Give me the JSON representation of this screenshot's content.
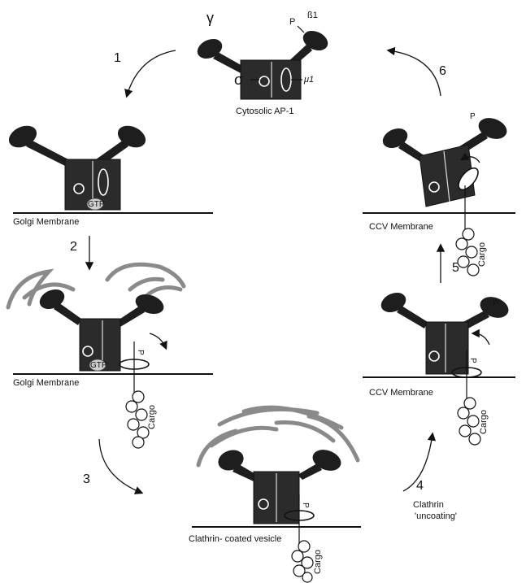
{
  "labels": {
    "gamma": "γ",
    "beta1": "ß1",
    "sigma": "σ",
    "mu1": "μ1",
    "phospho": "P",
    "cytosolic": "Cytosolic AP-1",
    "golgi_membrane": "Golgi Membrane",
    "ccv_membrane": "CCV Membrane",
    "clathrin_vesicle": "Clathrin- coated vesicle",
    "cargo": "Cargo",
    "gtp": "GTP",
    "uncoating_1": "Clathrin",
    "uncoating_2": "'uncoating'"
  },
  "steps": [
    "1",
    "2",
    "3",
    "4",
    "5",
    "6"
  ]
}
